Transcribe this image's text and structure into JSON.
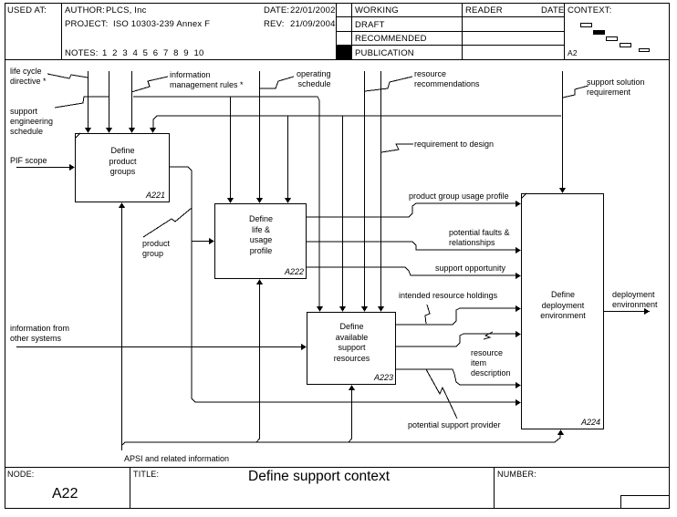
{
  "header": {
    "used_at_label": "USED AT:",
    "author_label": "AUTHOR:",
    "author": "PLCS, Inc",
    "project_label": "PROJECT:",
    "project": "ISO 10303-239 Annex F",
    "notes_label": "NOTES:",
    "notes": "1  2  3  4  5  6  7  8  9  10",
    "date_label": "DATE:",
    "date": "22/01/2002",
    "rev_label": "REV:",
    "rev": "21/09/2004",
    "status_items": [
      "WORKING",
      "DRAFT",
      "RECOMMENDED",
      "PUBLICATION"
    ],
    "status_selected": "PUBLICATION",
    "reader_label": "READER",
    "reader_date_label": "DATE",
    "context_label": "CONTEXT:",
    "context_node": "A2"
  },
  "boxes": [
    {
      "id": "A221",
      "title": "Define\nproduct\ngroups"
    },
    {
      "id": "A222",
      "title": "Define\nlife &\nusage\nprofile"
    },
    {
      "id": "A223",
      "title": "Define\navailable\nsupport\nresources"
    },
    {
      "id": "A224",
      "title": "Define\ndeployment\nenvironment"
    }
  ],
  "arrow_labels": {
    "life_cycle_directive": "life cycle\ndirective *",
    "support_engineering_schedule": "support\nengineering\nschedule",
    "information_management_rules": "information\nmanagement rules *",
    "operating_schedule": "operating\nschedule",
    "resource_recommendations": "resource\nrecommendations",
    "support_solution_requirement": "support solution\nrequirement",
    "requirement_to_design": "requirement to design",
    "pif_scope": "PIF scope",
    "product_group": "product\ngroup",
    "product_group_usage_profile": "product group usage profile",
    "potential_faults": "potential faults &\nrelationships",
    "support_opportunity": "support opportunity",
    "intended_resource_holdings": "intended resource holdings",
    "information_from_other_systems": "information from\nother systems",
    "resource_item_description": "resource\nitem\ndescription",
    "potential_support_provider": "potential support provider",
    "deployment_environment": "deployment\nenvironment",
    "apsi": "APSI and related information"
  },
  "footer": {
    "node_label": "NODE:",
    "node": "A22",
    "title_label": "TITLE:",
    "title": "Define support context",
    "number_label": "NUMBER:"
  }
}
